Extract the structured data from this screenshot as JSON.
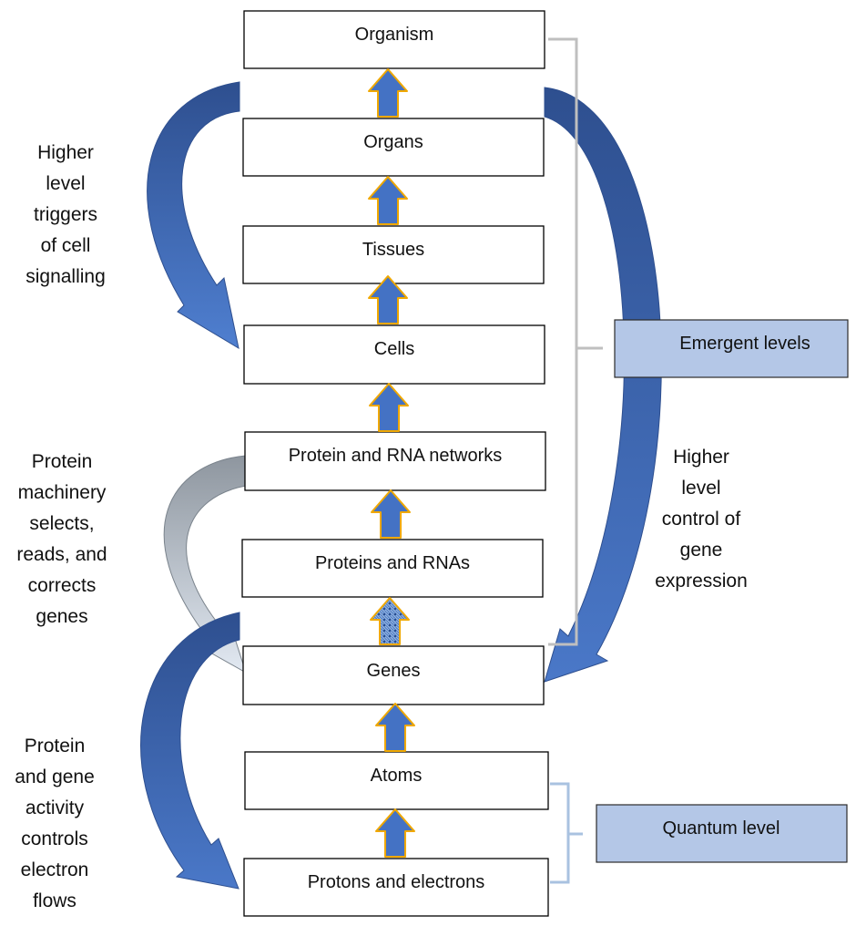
{
  "levels": [
    {
      "id": "organism",
      "label": "Organism"
    },
    {
      "id": "organs",
      "label": "Organs"
    },
    {
      "id": "tissues",
      "label": "Tissues"
    },
    {
      "id": "cells",
      "label": "Cells"
    },
    {
      "id": "protein-rna-networks",
      "label": "Protein and RNA networks"
    },
    {
      "id": "proteins-rnas",
      "label": "Proteins and RNAs"
    },
    {
      "id": "genes",
      "label": "Genes"
    },
    {
      "id": "atoms",
      "label": "Atoms"
    },
    {
      "id": "protons-electrons",
      "label": "Protons and electrons"
    }
  ],
  "groups": {
    "emergent": {
      "label": "Emergent levels"
    },
    "quantum": {
      "label": "Quantum level"
    }
  },
  "annotations": {
    "cell_signalling": [
      "Higher",
      "level",
      "triggers",
      "of cell",
      "signalling"
    ],
    "protein_machinery": [
      "Protein",
      "machinery",
      "selects,",
      "reads, and",
      "corrects",
      "genes"
    ],
    "electron_flows": [
      "Protein",
      "and gene",
      "activity",
      "controls",
      "electron",
      "flows"
    ],
    "gene_expression": [
      "Higher",
      "level",
      "control of",
      "gene",
      "expression"
    ]
  },
  "colors": {
    "box_border": "#000000",
    "arrow_fill": "#4472c4",
    "arrow_outline": "#f0a800",
    "curve_blue": "#4472c4",
    "curve_dark": "#2e4f8f",
    "curve_gray": "#a6acb3",
    "curve_light": "#d0dcea",
    "bracket_gray": "#bfbfbf",
    "bracket_blue": "#a9c2e0",
    "tag_fill": "#b4c7e7"
  },
  "icons": {
    "level_arrow": "up-arrow-icon",
    "hatched_arrow": "hatched-up-arrow-icon"
  }
}
